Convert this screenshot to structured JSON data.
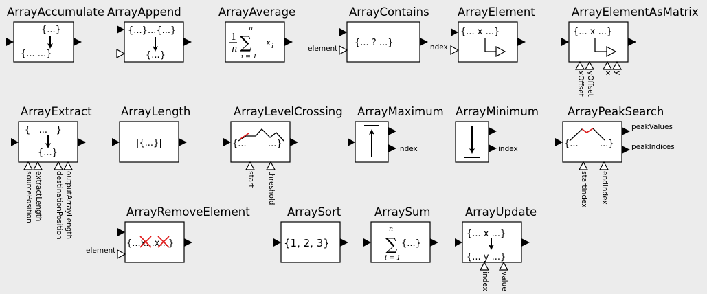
{
  "blocks": {
    "array_accumulate": {
      "title": "ArrayAccumulate",
      "icon_top": "{...}",
      "icon_bottom": "{...   ...}"
    },
    "array_append": {
      "title": "ArrayAppend",
      "icon_top": "{...}...{...}",
      "icon_bottom": "{...}"
    },
    "array_average": {
      "title": "ArrayAverage",
      "icon_frac_num": "1",
      "icon_frac_den": "n",
      "icon_sum": "∑",
      "icon_upper": "n",
      "icon_lower": "i = 1",
      "icon_var": "x",
      "icon_sub": "i"
    },
    "array_contains": {
      "title": "ArrayContains",
      "icon": "{... ? ...}",
      "port_element": "element"
    },
    "array_element": {
      "title": "ArrayElement",
      "icon": "{... x ...}",
      "port_index": "index"
    },
    "array_element_as_matrix": {
      "title": "ArrayElementAsMatrix",
      "icon": "{... x ...}",
      "port_xoffset": "xOffset",
      "port_yoffset": "yOffset",
      "port_x": "x",
      "port_y": "y"
    },
    "array_extract": {
      "title": "ArrayExtract",
      "icon_top": "{   ...   }",
      "icon_bottom": "{...}",
      "port_source_position": "sourcePosition",
      "port_extract_length": "extractLength",
      "port_destination_position": "destinationPosition",
      "port_output_array_length": "outputArrayLength"
    },
    "array_length": {
      "title": "ArrayLength",
      "icon": "|{...}|"
    },
    "array_level_crossing": {
      "title": "ArrayLevelCrossing",
      "icon_left": "{...",
      "icon_right": "...}",
      "port_start": "start",
      "port_threshold": "threshold"
    },
    "array_maximum": {
      "title": "ArrayMaximum",
      "port_index": "index"
    },
    "array_minimum": {
      "title": "ArrayMinimum",
      "port_index": "index"
    },
    "array_peak_search": {
      "title": "ArrayPeakSearch",
      "icon_left": "{...",
      "icon_right": "...}",
      "port_peak_values": "peakValues",
      "port_peak_indices": "peakIndices",
      "port_start_index": "startIndex",
      "port_end_index": "endIndex"
    },
    "array_remove_element": {
      "title": "ArrayRemoveElement",
      "icon": "{...x...x...}",
      "port_element": "element"
    },
    "array_sort": {
      "title": "ArraySort",
      "icon": "{1, 2, 3}"
    },
    "array_sum": {
      "title": "ArraySum",
      "icon_sum": "∑",
      "icon_upper": "n",
      "icon_lower": "i = 1",
      "icon_body": "{...}"
    },
    "array_update": {
      "title": "ArrayUpdate",
      "icon_top": "{... x ...}",
      "icon_bottom": "{... y ...}",
      "port_index": "index",
      "port_value": "value"
    }
  },
  "colors": {
    "background": "#ececec",
    "block_fill": "#ffffff",
    "outline": "#000000",
    "highlight": "#e01b1b"
  }
}
